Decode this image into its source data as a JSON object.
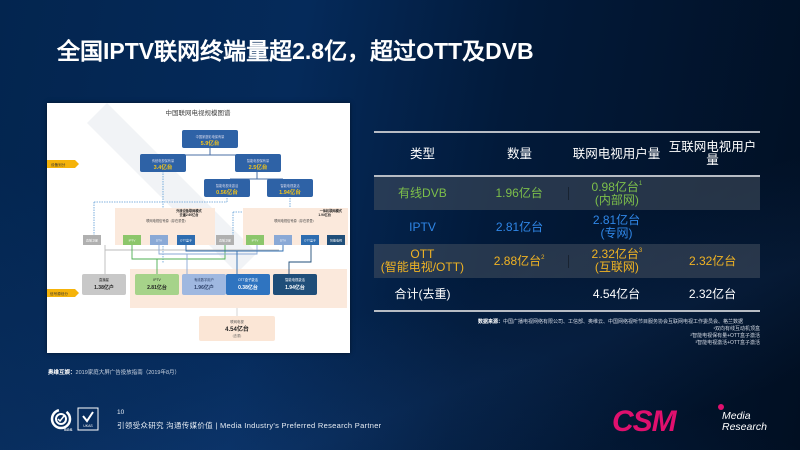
{
  "slide": {
    "title": "全国IPTV联网终端量超2.8亿，超过OTT及DVB",
    "page_number": "10",
    "slogan": "引领受众研究  沟通传媒价值 | Media  Industry's  Preferred  Research  Partner"
  },
  "diagram": {
    "title": "中国联网电视规模图谱",
    "tag_device": "设备划分",
    "tag_signal": "信号源划分",
    "top": {
      "label": "中国家庭彩电保有量",
      "value": "5.9亿台"
    },
    "traditional": {
      "label": "传统电视保有量",
      "value": "3.4亿台"
    },
    "smart": {
      "label": "智能电视保有量",
      "value": "2.5亿台"
    },
    "smart_inactive": {
      "label": "智能电视未激活",
      "value": "0.56亿台"
    },
    "smart_active": {
      "label": "智能电视激活",
      "value": "1.94亿台"
    },
    "external_mode": {
      "label": "外接设备联网模式",
      "value": "去重2.60亿台"
    },
    "integrated_mode": {
      "label": "一体机联网模式",
      "value": "1.94亿台"
    },
    "signal_label": "联网电视信号源（存在重叠）",
    "small_boxes_left": [
      "直播卫星",
      "IPTV",
      "DTV",
      "OTT盒子"
    ],
    "small_boxes_right": [
      "直播卫星",
      "IPTV",
      "DTV",
      "OTT盒子",
      "智能电视"
    ],
    "bottom_boxes": [
      {
        "label": "直播星",
        "value": "1.38亿户"
      },
      {
        "label": "IPTV",
        "value": "2.81亿台"
      },
      {
        "label": "有线数字用户",
        "value": "1.96亿户"
      },
      {
        "label": "OTT盒子激活",
        "value": "0.38亿台"
      },
      {
        "label": "智能电视激活",
        "value": "1.94亿台"
      }
    ],
    "total": {
      "label": "联网电视",
      "value": "4.54亿台",
      "note": "（去重）"
    },
    "source_label": "奥维互娱：",
    "source_text": "2019家庭大屏广告投放指南（2019年8月）"
  },
  "table": {
    "headers": [
      "类型",
      "数量",
      "联网电视用户量",
      "互联网电视用户量"
    ],
    "rows": [
      {
        "type": "有线DVB",
        "type2": "",
        "count": "1.96亿台",
        "count_sup": "",
        "net": "0.98亿台",
        "net_sup": "1",
        "net2": "(内部网)",
        "internet": ""
      },
      {
        "type": "IPTV",
        "type2": "",
        "count": "2.81亿台",
        "count_sup": "",
        "net": "2.81亿台",
        "net_sup": "",
        "net2": "(专网)",
        "internet": ""
      },
      {
        "type": "OTT",
        "type2": "(智能电视/OTT)",
        "count": "2.88亿台",
        "count_sup": "2",
        "net": "2.32亿台",
        "net_sup": "3",
        "net2": "(互联网)",
        "internet": "2.32亿台"
      },
      {
        "type": "合计(去重)",
        "type2": "",
        "count": "",
        "count_sup": "",
        "net": "4.54亿台",
        "net_sup": "",
        "net2": "",
        "internet": "2.32亿台"
      }
    ],
    "colors": {
      "dvb": "#7dbf4a",
      "iptv": "#2f86e6",
      "ott": "#f0b323",
      "total": "#ffffff"
    }
  },
  "notes": {
    "source_label": "数据来源：",
    "source_text": "中国广播电视网络有限公司、工信部、奥维云、中国网络视听节目服务协会互联网电视工作委员会、格兰数据",
    "footnotes": [
      "¹双向有线互动机顶盒",
      "²智能电视保有量+OTT盒子激活",
      "³智能电视激活+OTT盒子激活"
    ]
  },
  "logo": {
    "brand": "CSM",
    "line1": "Media",
    "line2": "Research"
  }
}
